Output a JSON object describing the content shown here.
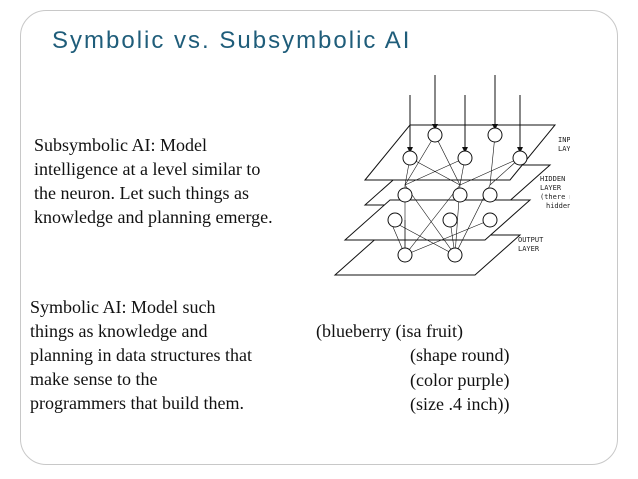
{
  "slide": {
    "title": "Symbolic vs. Subsymbolic AI",
    "subsymbolic_lines": [
      "Subsymbolic AI: Model",
      "intelligence at a level similar to",
      "the neuron.  Let such things as",
      "knowledge and planning emerge."
    ],
    "symbolic_lines": [
      "Symbolic AI: Model such",
      "things as knowledge and",
      "planning in data structures that",
      "make sense to the",
      "programmers that build them."
    ],
    "code_lines": [
      "(blueberry (isa fruit)",
      "(shape round)",
      "(color purple)",
      "(size .4 inch))"
    ]
  },
  "diagram": {
    "input_label": [
      "INPUT",
      "LAYER"
    ],
    "hidden_label": [
      "HIDDEN",
      "LAYER",
      "(there may be several",
      "hidden layers)"
    ],
    "output_label": [
      "OUTPUT",
      "LAYER"
    ]
  }
}
